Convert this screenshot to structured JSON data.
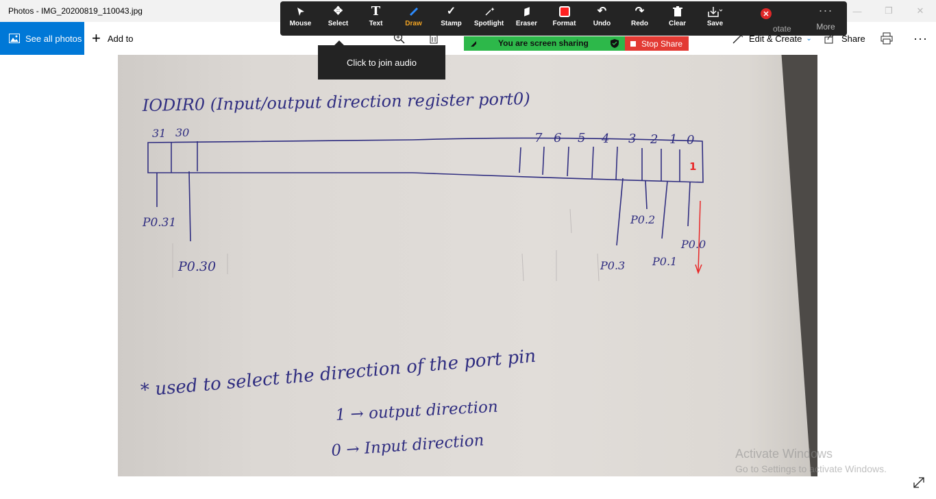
{
  "window": {
    "title": "Photos - IMG_20200819_110043.jpg"
  },
  "commandbar": {
    "see_all": "See all photos",
    "add_to": "Add to",
    "edit_create": "Edit & Create",
    "share": "Share",
    "rotate_partial": "otate"
  },
  "zoom_toolbar": {
    "tools": [
      "Mouse",
      "Select",
      "Text",
      "Draw",
      "Stamp",
      "Spotlight",
      "Eraser",
      "Format",
      "Undo",
      "Redo",
      "Clear",
      "Save"
    ],
    "more": "More",
    "tooltip": "Click to join audio",
    "sharing_text": "You are screen sharing",
    "stop_share": "Stop Share",
    "colors": {
      "bar": "#242424",
      "share_green": "#2db84a",
      "stop_red": "#e33a33",
      "format_swatch": "#ff2020"
    }
  },
  "photo": {
    "heading": "IODIR0 (Input/output direction register port0)",
    "bit_numbers_left": [
      "31",
      "30"
    ],
    "bit_numbers_right": [
      "7",
      "6",
      "5",
      "4",
      "3",
      "2",
      "1",
      "0"
    ],
    "bit_value": "1",
    "pin_labels": [
      "P0.31",
      "P0.30",
      "P0.3",
      "P0.2",
      "P0.1",
      "P0.0"
    ],
    "note_line": "* used to select the direction of the port pin",
    "output_line": "1 → output direction",
    "input_line": "0 → Input direction"
  },
  "watermark": {
    "line1": "Activate Windows",
    "line2": "Go to Settings to activate Windows."
  }
}
